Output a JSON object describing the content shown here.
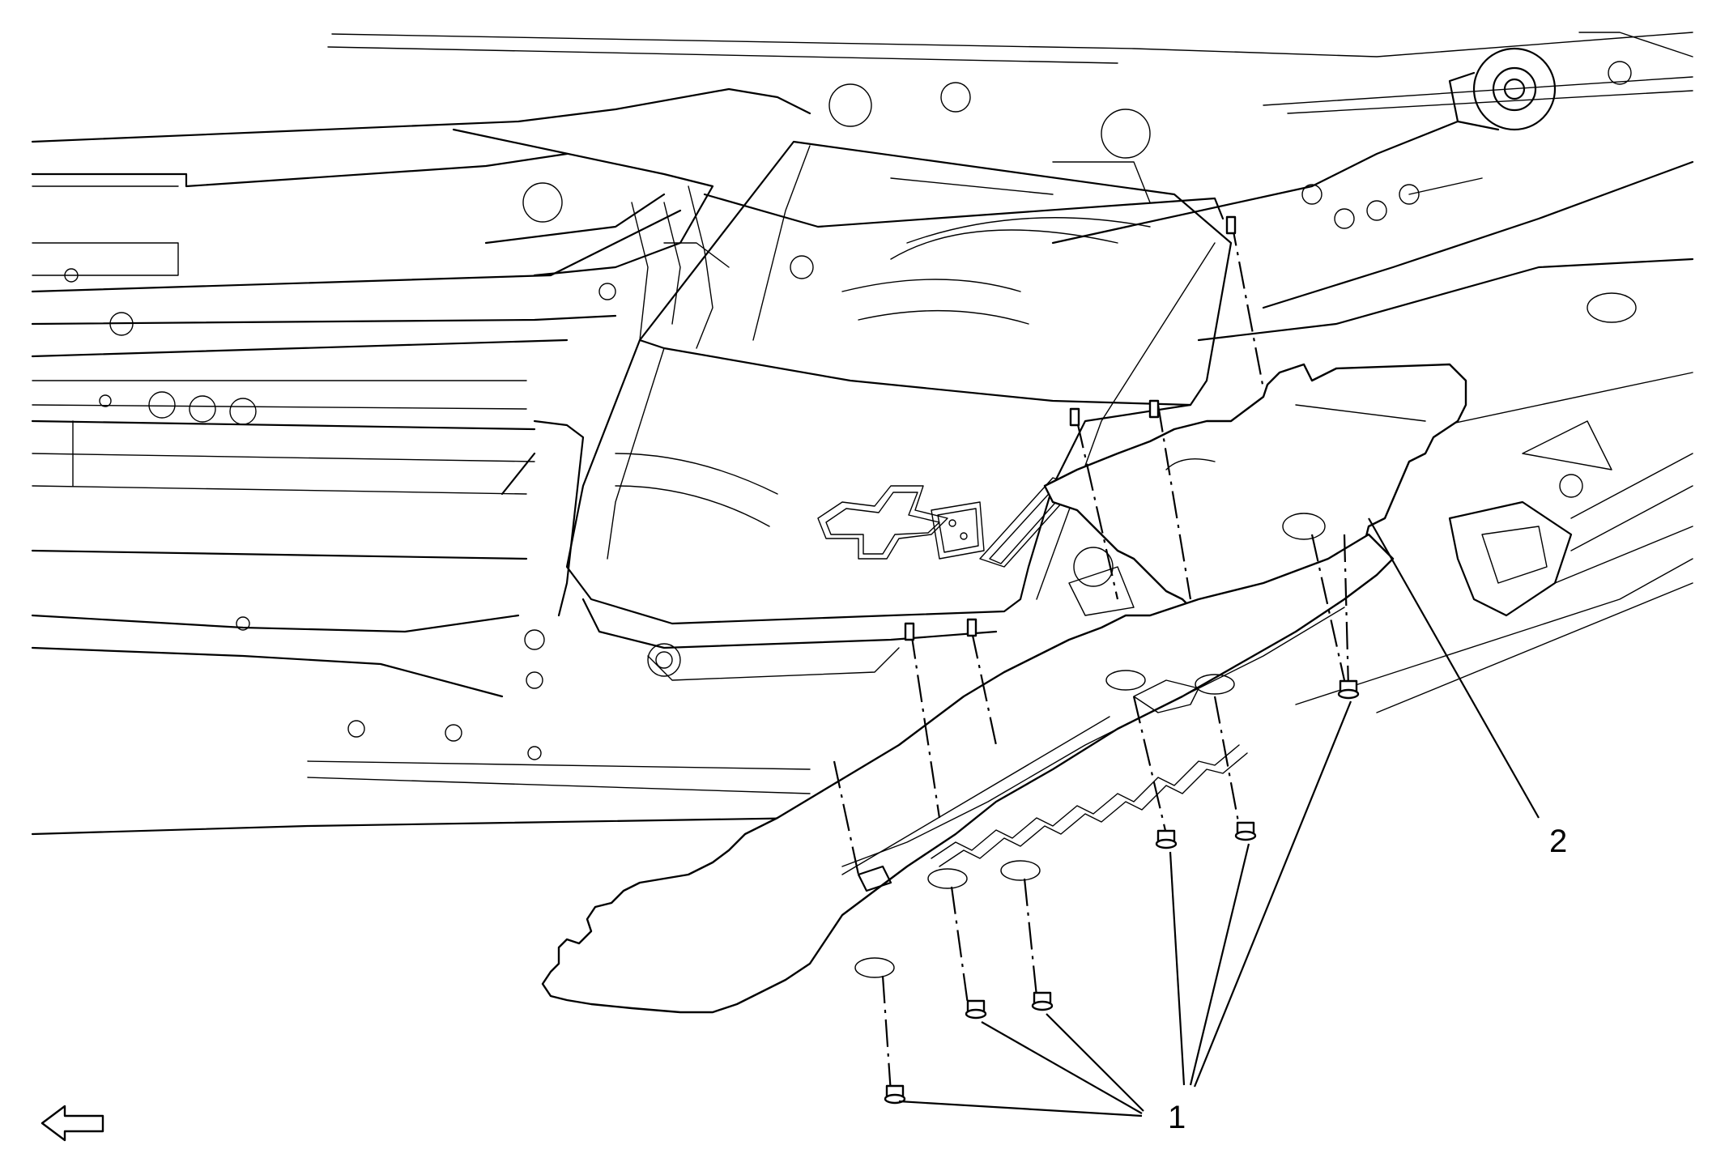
{
  "diagram": {
    "callouts": [
      {
        "id": "1",
        "label": "1"
      },
      {
        "id": "2",
        "label": "2"
      }
    ],
    "direction_icon": "arrow-left-icon"
  }
}
